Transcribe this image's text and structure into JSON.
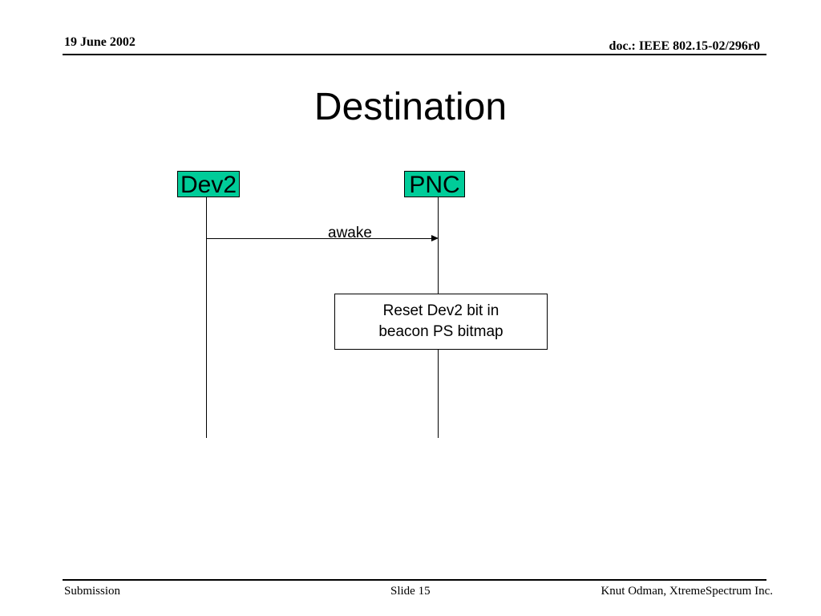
{
  "header": {
    "date": "19 June 2002",
    "doc": "doc.: IEEE 802.15-02/296r0"
  },
  "title": "Destination",
  "diagram": {
    "entities": [
      {
        "label": "Dev2"
      },
      {
        "label": "PNC"
      }
    ],
    "messages": [
      {
        "label": "awake",
        "from": "Dev2",
        "to": "PNC"
      }
    ],
    "note": {
      "lines": [
        "Reset Dev2 bit in",
        "beacon PS bitmap"
      ]
    },
    "colors": {
      "entity_fill": "#00cc99",
      "line": "#000000"
    }
  },
  "footer": {
    "left": "Submission",
    "center": "Slide 15",
    "right": "Knut Odman, XtremeSpectrum Inc."
  }
}
